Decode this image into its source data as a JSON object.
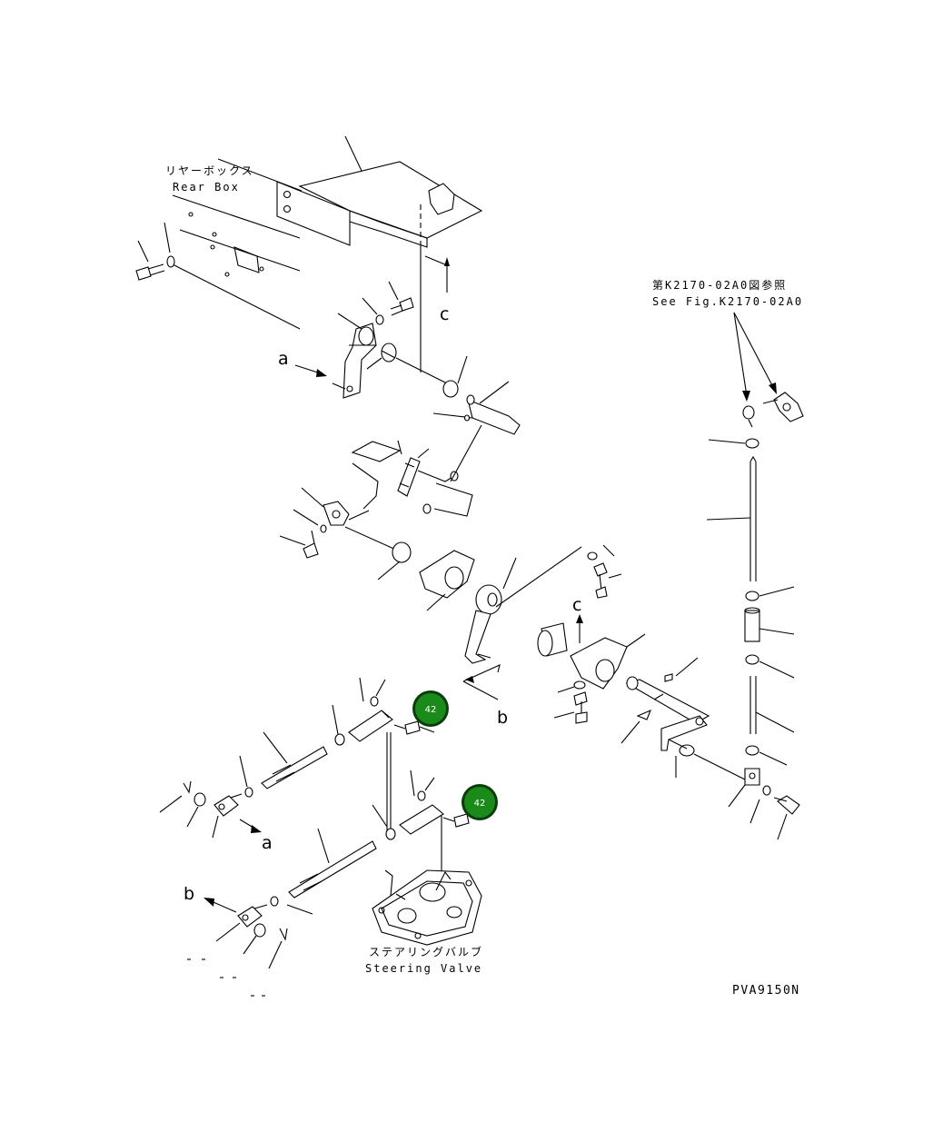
{
  "labels": {
    "rear_box_jp": "リヤーボックス",
    "rear_box_en": "Rear Box",
    "see_fig_jp": "第K2170-02A0図参照",
    "see_fig_en": "See Fig.K2170-02A0",
    "steering_valve_jp": "ステアリングバルブ",
    "steering_valve_en": "Steering Valve",
    "drawing_code": "PVA9150N"
  },
  "markers": {
    "a_top": "a",
    "a_bottom": "a",
    "b_middle": "b",
    "b_bottom": "b",
    "c_top": "c",
    "c_middle": "c"
  },
  "callouts": [
    {
      "number": "42",
      "color": "#1a8a1a"
    },
    {
      "number": "42",
      "color": "#1a8a1a"
    }
  ],
  "colors": {
    "line": "#000000",
    "callout_fill": "#1a8a1a",
    "callout_ring": "#0b3d0b",
    "background": "#ffffff"
  }
}
